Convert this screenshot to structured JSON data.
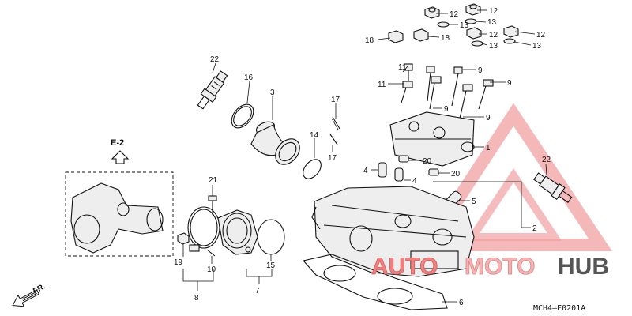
{
  "diagram": {
    "code": "MCH4–E0201A",
    "reference": "E-2",
    "direction": "FR.",
    "watermark": {
      "part1": "AUTO",
      "part2": "MOTO",
      "part3": "HUB",
      "colors": {
        "auto": "#f08080",
        "moto": "#f6b2b2",
        "hub": "#555555",
        "logo": "#f0a0a0"
      }
    },
    "callouts": {
      "c12a": "12",
      "c13a": "13",
      "c12b": "12",
      "c12c": "12",
      "c12d": "12",
      "c13b": "13",
      "c13c": "13",
      "c13d": "13",
      "c18a": "18",
      "c18b": "18",
      "c22a": "22",
      "c16": "16",
      "c3": "3",
      "c11a": "11",
      "c11b": "11",
      "c9a": "9",
      "c9b": "9",
      "c9c": "9",
      "c9d": "9",
      "c17a": "17",
      "c17b": "17",
      "c14": "14",
      "c1": "1",
      "c4a": "4",
      "c4b": "4",
      "c20a": "20",
      "c20b": "20",
      "c22b": "22",
      "c21": "21",
      "c5": "5",
      "c2": "2",
      "c19": "19",
      "c10": "10",
      "c15": "15",
      "c7": "7",
      "c8": "8",
      "c6": "6"
    }
  }
}
